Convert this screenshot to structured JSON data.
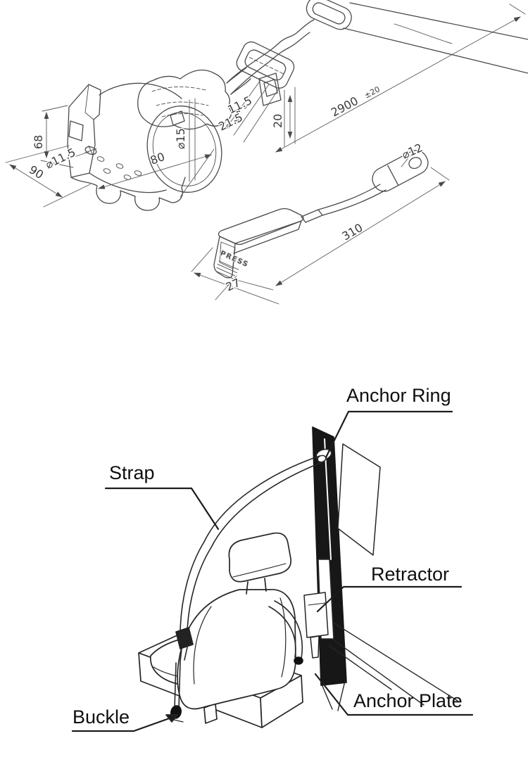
{
  "technical_drawing": {
    "dimensions": {
      "retractor_height": "68",
      "base_width": "90",
      "mount_hole_diameter": "⌀11.5",
      "base_depth": "80",
      "spool_diameter": "⌀15",
      "tongue_inner_width": "11.5",
      "tongue_outer_width": "21.5",
      "tongue_slot_length": "20",
      "webbing_length": "2900",
      "webbing_tolerance": "±20",
      "anchor_eye_diameter": "⌀12",
      "cable_assembly_length": "310",
      "buckle_nose_width": "27"
    },
    "buckle_button_label": "PRESS"
  },
  "illustration": {
    "labels": {
      "anchor_ring": "Anchor Ring",
      "strap": "Strap",
      "retractor": "Retractor",
      "buckle": "Buckle",
      "anchor_plate": "Anchor Plate"
    }
  },
  "colors": {
    "line": "#4a4a4a",
    "label_text": "#0f0f0f",
    "pillar_fill": "#171717"
  }
}
